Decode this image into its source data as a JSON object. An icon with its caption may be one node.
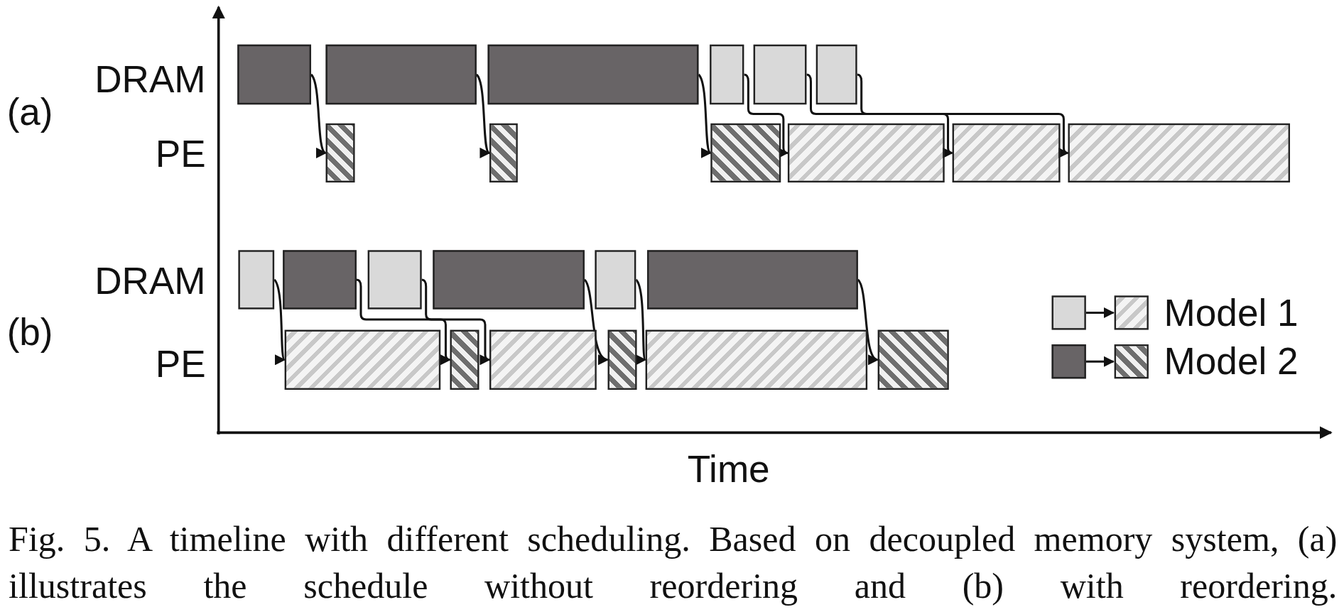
{
  "diagram": {
    "caption": "Fig. 5. A timeline with different scheduling. Based on decoupled memory system, (a) illustrates the schedule without reordering and (b) with reordering.",
    "nodes": [
      {
        "text": [],
        "shape": "box"
      },
      {
        "text": [],
        "shape": "box"
      },
      {
        "text": [],
        "shape": "box"
      },
      {
        "text": [],
        "shape": "box"
      },
      {
        "text": [],
        "shape": "box"
      },
      {
        "text": [],
        "shape": "box"
      },
      {
        "text": [],
        "shape": "box"
      },
      {
        "text": [],
        "shape": "box"
      },
      {
        "text": [],
        "shape": "box"
      },
      {
        "text": [],
        "shape": "box"
      },
      {
        "text": [],
        "shape": "box"
      },
      {
        "text": [],
        "shape": "box"
      },
      {
        "text": [],
        "shape": "box"
      },
      {
        "text": [],
        "shape": "box"
      },
      {
        "text": [],
        "shape": "box"
      },
      {
        "text": [],
        "shape": "box"
      },
      {
        "text": [],
        "shape": "box"
      },
      {
        "text": [],
        "shape": "box"
      },
      {
        "text": [],
        "shape": "box"
      },
      {
        "text": [],
        "shape": "box"
      },
      {
        "text": [],
        "shape": "box"
      },
      {
        "text": [],
        "shape": "box"
      },
      {
        "text": [],
        "shape": "box"
      },
      {
        "text": [],
        "shape": "box"
      }
    ],
    "edges": [
      {
        "from": 0,
        "to": 6,
        "arrow": "to"
      },
      {
        "from": 1,
        "to": 7,
        "arrow": "to"
      },
      {
        "from": 2,
        "to": 8,
        "arrow": "to"
      },
      {
        "from": 3,
        "to": 9,
        "arrow": "to"
      },
      {
        "from": 4,
        "to": 10,
        "arrow": "to"
      },
      {
        "from": 5,
        "to": 11,
        "arrow": "to"
      },
      {
        "from": 12,
        "to": 18,
        "arrow": "to"
      },
      {
        "from": 13,
        "to": 19,
        "arrow": "to"
      },
      {
        "from": 14,
        "to": 20,
        "arrow": "to"
      },
      {
        "from": 15,
        "to": 21,
        "arrow": "to"
      },
      {
        "from": 16,
        "to": 22,
        "arrow": "to"
      },
      {
        "from": 17,
        "to": 23,
        "arrow": "to"
      }
    ],
    "labels": [
      "(a)",
      "DRAM",
      "PE",
      "(b)",
      "DRAM",
      "PE",
      "Time"
    ],
    "legend": [
      {
        "text": "Model 1",
        "color": "#d9d9d9"
      },
      {
        "text": "Model 2",
        "color": "#686466"
      }
    ]
  }
}
